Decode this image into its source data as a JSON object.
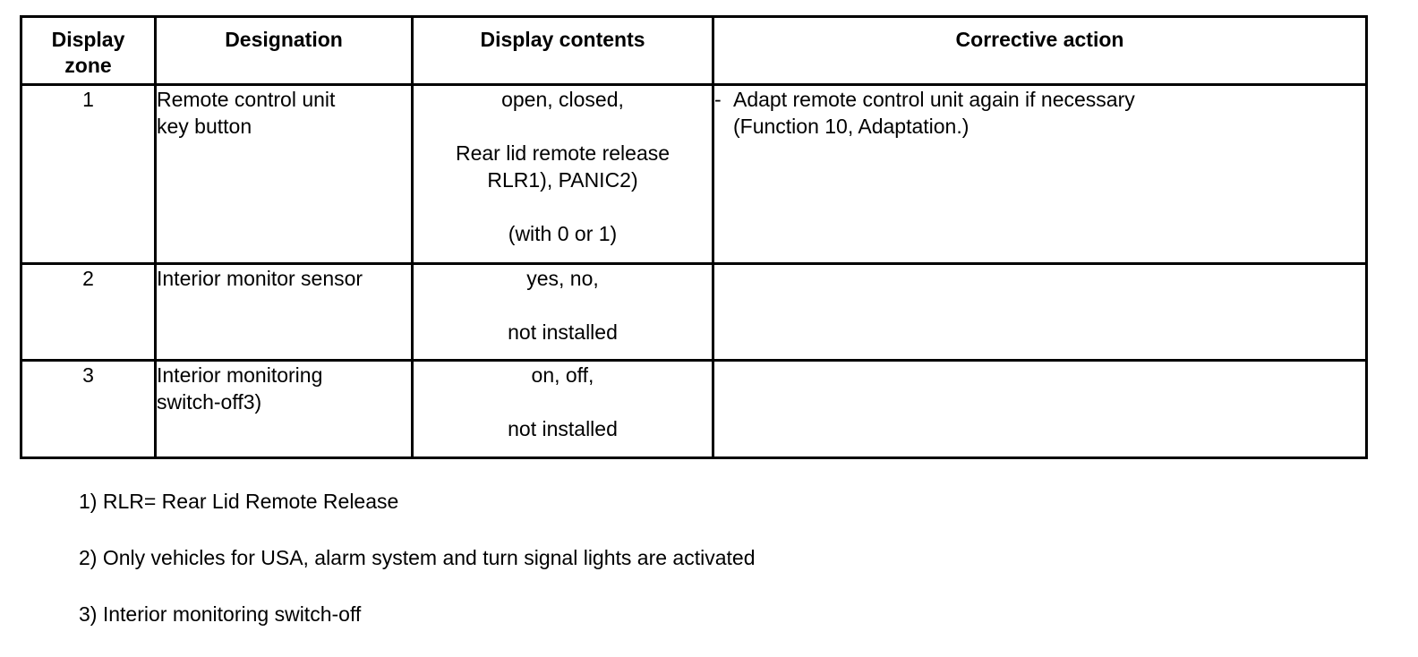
{
  "headers": {
    "zone": "Display zone",
    "zone_line1": "Display",
    "zone_line2": "zone",
    "designation": "Designation",
    "contents": "Display contents",
    "action": "Corrective action"
  },
  "rows": [
    {
      "zone": "1",
      "designation": "Remote control unit key button",
      "designation_line1": "Remote control unit",
      "designation_line2": "key button",
      "contents": {
        "l1": "open, closed,",
        "l2": "Rear lid remote release",
        "l3": "RLR1), PANIC2)",
        "l4": "(with 0 or 1)"
      },
      "action": {
        "bullet": "-",
        "line1": "Adapt remote control unit again if necessary",
        "line2": "(Function 10, Adaptation.)"
      }
    },
    {
      "zone": "2",
      "designation": "Interior monitor sensor",
      "contents": {
        "l1": "yes, no,",
        "l2": "not installed"
      }
    },
    {
      "zone": "3",
      "designation_line1": "Interior monitoring",
      "designation_line2": "switch-off3)",
      "contents": {
        "l1": "on, off,",
        "l2": "not installed"
      }
    }
  ],
  "footnotes": [
    "1) RLR= Rear Lid Remote Release",
    "2) Only vehicles for USA, alarm system and turn signal lights are activated",
    "3) Interior monitoring switch-off"
  ]
}
